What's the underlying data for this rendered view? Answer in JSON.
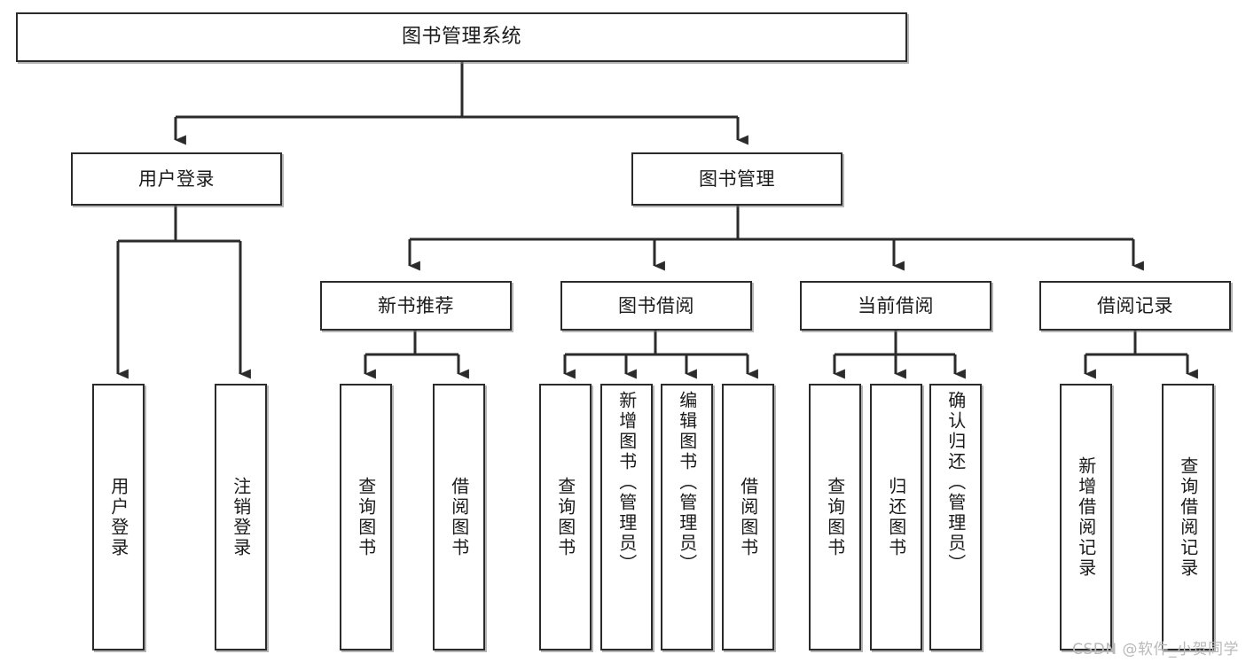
{
  "diagram": {
    "type": "tree-hierarchy",
    "title": "图书管理系统",
    "watermark": "CSDN @软件_小贺同学",
    "colors": {
      "box_border": "#2b2b2b",
      "box_fill": "#ffffff",
      "connector": "#2b2b2b",
      "text": "#1a1a1a",
      "watermark": "#b9b9b9"
    },
    "levels": {
      "root": "图书管理系统",
      "level2": [
        "用户登录",
        "图书管理"
      ],
      "level3": [
        "新书推荐",
        "图书借阅",
        "当前借阅",
        "借阅记录"
      ]
    },
    "nodes": {
      "root": {
        "label": "图书管理系统"
      },
      "user_login": {
        "label": "用户登录"
      },
      "book_manage": {
        "label": "图书管理"
      },
      "new_book_rec": {
        "label": "新书推荐"
      },
      "book_borrow": {
        "label": "图书借阅"
      },
      "current_borrow": {
        "label": "当前借阅"
      },
      "borrow_record": {
        "label": "借阅记录"
      },
      "leaf_user_login": {
        "label": "用户登录"
      },
      "leaf_user_logout": {
        "label": "注销登录"
      },
      "leaf_rec_query_book": {
        "label": "查询图书"
      },
      "leaf_rec_borrow_book": {
        "label": "借阅图书"
      },
      "leaf_borrow_query_book": {
        "label": "查询图书"
      },
      "leaf_borrow_add_book": {
        "label": "新增图书（管理员）"
      },
      "leaf_borrow_edit_book": {
        "label": "编辑图书（管理员）"
      },
      "leaf_borrow_borrow_book": {
        "label": "借阅图书"
      },
      "leaf_cur_query_book": {
        "label": "查询图书"
      },
      "leaf_cur_return_book": {
        "label": "归还图书"
      },
      "leaf_cur_confirm_return": {
        "label": "确认归还（管理员）"
      },
      "leaf_rec_add_record": {
        "label": "新增借阅记录"
      },
      "leaf_rec_query_record": {
        "label": "查询借阅记录"
      }
    }
  }
}
